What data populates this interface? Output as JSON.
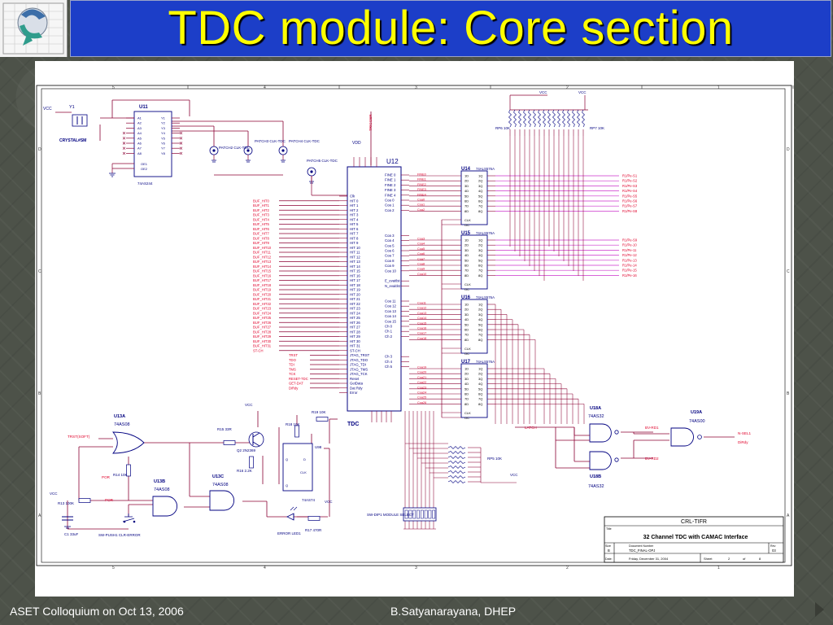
{
  "slide": {
    "title": "TDC module: Core section",
    "footer_left": "ASET Colloquium on Oct 13, 2006",
    "footer_right": "B.Satyanarayana, DHEP"
  },
  "colors": {
    "title_bar": "#1c3ec8",
    "title_text": "#ffff00",
    "background": "#4d5249",
    "wire": "#8b0033",
    "net_label": "#e0002a",
    "bus": "#cc33cc",
    "part": "#000080"
  },
  "schematic": {
    "parts": {
      "u11": "U11",
      "u11_type": "74AS244",
      "y1": "Y1",
      "crystal": "CRYSTAL#SM",
      "vcc": "VCC",
      "patch2": "PATCH2 CLK-TDC",
      "patch3": "PATCH3 CLK-TDC",
      "patch4": "PATCH4 CLK-TDC",
      "patch5": "PATCH5 CLK-TDC",
      "vdd": "VDD",
      "trigger": "TRIGGER",
      "u12": "U12",
      "tdc": "TDC",
      "u14": "U14",
      "u15": "U15",
      "u16": "U16",
      "u17": "U17",
      "latch_type": "74ALS576A",
      "rp6": "RP6 10K",
      "rp7": "RP7 10K",
      "rp5": "RP5 10K",
      "u13a": "U13A",
      "u13b": "U13B",
      "u13c": "U13C",
      "as808": "74AS08",
      "u18a": "U18A",
      "u18b": "U18B",
      "as832": "74AS32",
      "u19a": "U19A",
      "as00": "74AS00",
      "r15": "R15 33R",
      "q2": "Q2 2N2369",
      "r16": "R16 2.2K",
      "r18": "R18 10K",
      "r19": "R19 10K",
      "u98": "U98",
      "as74": "74AS74",
      "r14": "R14 10K",
      "r13": "R13 100K",
      "c1": "C1 33uF",
      "sw1": "SW-PUSH1 CLR-ERROR",
      "r17": "R17 470R",
      "led": "ERROR LED1",
      "dip": "SW-DIP1 MODULE SELECT",
      "trst": "TRST(SOFT)",
      "por": "POR",
      "latch": "LATCH",
      "bvrd1": "BV-RD1",
      "bvrd2": "BV-RD2",
      "nsel": "N-SEL1",
      "dirdy": "DiRdy"
    },
    "title_block": {
      "org": "CRL-TIFR",
      "title": "32 Channel TDC with CAMAC Interface",
      "size_label": "Size",
      "size": "B",
      "docnum_label": "Document Number",
      "docnum": "TDC_FINAL-OPJ",
      "rev_label": "Rev",
      "rev": "03",
      "date_label": "Date:",
      "date": "Friday, December 31, 2004",
      "sheet_label": "Sheet",
      "sheet": "2",
      "of_label": "of",
      "of": "8"
    },
    "u12_pins_left": [
      "Clk",
      "HIT 0",
      "HIT 1",
      "HIT 2",
      "HIT 3",
      "HIT 4",
      "HIT 5",
      "HIT 6",
      "HIT 7",
      "HIT 8",
      "HIT 9",
      "HIT 10",
      "HIT 11",
      "HIT 12",
      "HIT 13",
      "HIT 14",
      "HIT 15",
      "HIT 16",
      "HIT 17",
      "HIT 18",
      "HIT 19",
      "HIT 20",
      "HIT 21",
      "HIT 22",
      "HIT 23",
      "HIT 24",
      "HIT 25",
      "HIT 26",
      "HIT 27",
      "HIT 28",
      "HIT 29",
      "HIT 30",
      "HIT 31",
      "ST-CH",
      "JTAG_TRST",
      "JTAG_TDO",
      "JTAG_TDI",
      "JTAG_TMS",
      "JTAG_TCK",
      "Reset",
      "GetData",
      "Dat Rdy",
      "Error"
    ],
    "u12_pins_right": [
      "FINE 0",
      "FINE 1",
      "FINE 2",
      "FINE 3",
      "FINE 4",
      "Coa 0",
      "Coa 1",
      "Coa 2",
      "",
      "",
      "",
      "",
      "Coa 3",
      "Coa 4",
      "Coa 5",
      "Coa 6",
      "Coa 7",
      "Coa 8",
      "Coa 9",
      "Coa 10",
      "",
      "E_evaitlst",
      "N_evaitlst",
      "",
      "",
      "Coa 11",
      "Coa 12",
      "Coa 13",
      "Coa 14",
      "Coa 15",
      "Ch 0",
      "Ch 1",
      "Ch 2",
      "",
      "",
      "",
      "Ch 3",
      "Ch 4",
      "Ch 5"
    ],
    "hit_nets": [
      "BUF_HIT0",
      "BUF_HIT1",
      "BUF_HIT2",
      "BUF_HIT3",
      "BUF_HIT4",
      "BUF_HIT5",
      "BUF_HIT6",
      "BUF_HIT7",
      "BUF_HIT8",
      "BUF_HIT9",
      "BUF_HIT10",
      "BUF_HIT11",
      "BUF_HIT12",
      "BUF_HIT13",
      "BUF_HIT14",
      "BUF_HIT15",
      "BUF_HIT16",
      "BUF_HIT17",
      "BUF_HIT18",
      "BUF_HIT19",
      "BUF_HIT20",
      "BUF_HIT21",
      "BUF_HIT22",
      "BUF_HIT23",
      "BUF_HIT24",
      "BUF_HIT25",
      "BUF_HIT26",
      "BUF_HIT27",
      "BUF_HIT28",
      "BUF_HIT29",
      "BUF_HIT30",
      "BUF_HIT31"
    ],
    "jtag_nets": [
      "TRST",
      "TDO",
      "TDI",
      "TMS",
      "TCK",
      "RESET-TDC",
      "GET-DAT",
      "DiRdy"
    ],
    "out_nets_a": [
      "R1/Pe-S1",
      "R1/Pe-S2",
      "R1/Pe-S3",
      "R1/Pe-S4",
      "R1/Pe-S5",
      "R1/Pe-S6",
      "R1/Pe-S7",
      "R1/Pe-S8"
    ],
    "out_nets_b": [
      "R1/Pe-S9",
      "R1/Pe-10",
      "R1/Pe-11",
      "R1/Pe-12",
      "R1/Pe-13",
      "R1/Pe-14",
      "R1/Pe-15",
      "R1/Pe-16"
    ],
    "border_cols": [
      "5",
      "4",
      "3",
      "2",
      "1"
    ],
    "border_rows": [
      "D",
      "C",
      "B",
      "A"
    ]
  }
}
